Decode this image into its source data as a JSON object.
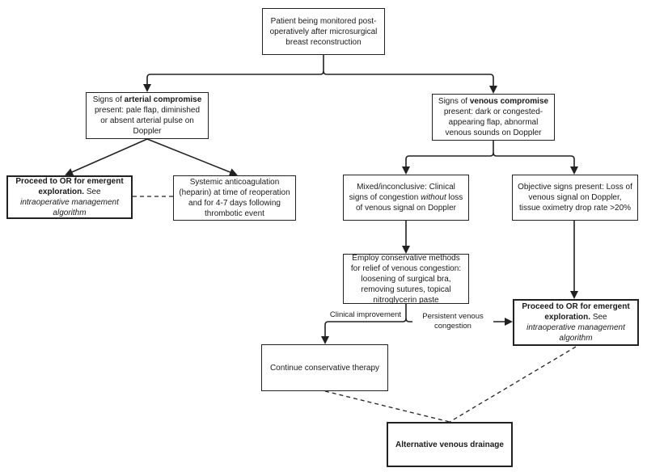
{
  "nodes": {
    "start": {
      "text": "Patient being monitored post-operatively after microsurgical breast reconstruction"
    },
    "arterial": {
      "pre": "Signs of ",
      "bold": "arterial compromise",
      "post": " present: pale flap, diminished or absent arterial pulse on Doppler"
    },
    "venous": {
      "pre": "Signs of ",
      "bold": "venous compromise",
      "post": " present: dark or congested-appearing flap, abnormal venous sounds on Doppler"
    },
    "or_left": {
      "bold": "Proceed to OR for emergent exploration.",
      "mid": " See ",
      "ital": "intraoperative management algorithm"
    },
    "anticoag": {
      "text": "Systemic anticoagulation (heparin) at time of reoperation and for 4-7 days following thrombotic event"
    },
    "mixed": {
      "pre": "Mixed/inconclusive: Clinical signs of congestion ",
      "ital": "without",
      "post": " loss of venous signal on Doppler"
    },
    "objective": {
      "text": "Objective signs present: Loss of venous signal on Doppler, tissue oximetry drop rate >20%"
    },
    "conservative": {
      "text": "Employ conservative methods for relief of venous congestion: loosening of surgical bra, removing sutures, topical nitroglycerin paste"
    },
    "continue": {
      "text": "Continue conservative therapy"
    },
    "or_right": {
      "bold": "Proceed to OR for emergent exploration.",
      "mid": " See ",
      "ital": "intraoperative management algorithm"
    },
    "alternative": {
      "bold": "Alternative venous drainage"
    }
  },
  "edge_labels": {
    "clinical_improvement": "Clinical improvement",
    "persistent": "Persistent venous congestion"
  }
}
